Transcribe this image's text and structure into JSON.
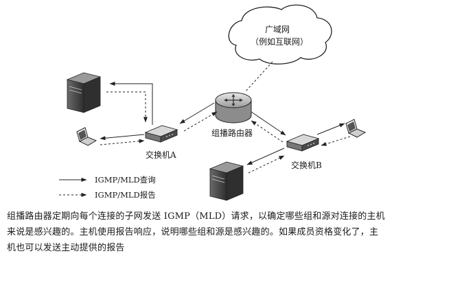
{
  "cloud": {
    "line1": "广域网",
    "line2": "（例如互联网）"
  },
  "router_label": "组播路由器",
  "switch_a_label": "交换机A",
  "switch_b_label": "交换机B",
  "legend": {
    "query": "IGMP/MLD查询",
    "report": "IGMP/MLD报告"
  },
  "caption": {
    "line1": "组播路由器定期向每个连接的子网发送 IGMP（MLD）请求，以确定哪些组和源对连接的主机",
    "line2": "来说是感兴趣的。主机使用报告响应，说明哪些组和源是感兴趣的。如果成员资格变化了，主",
    "line3": "机也可以发送主动提供的报告"
  }
}
